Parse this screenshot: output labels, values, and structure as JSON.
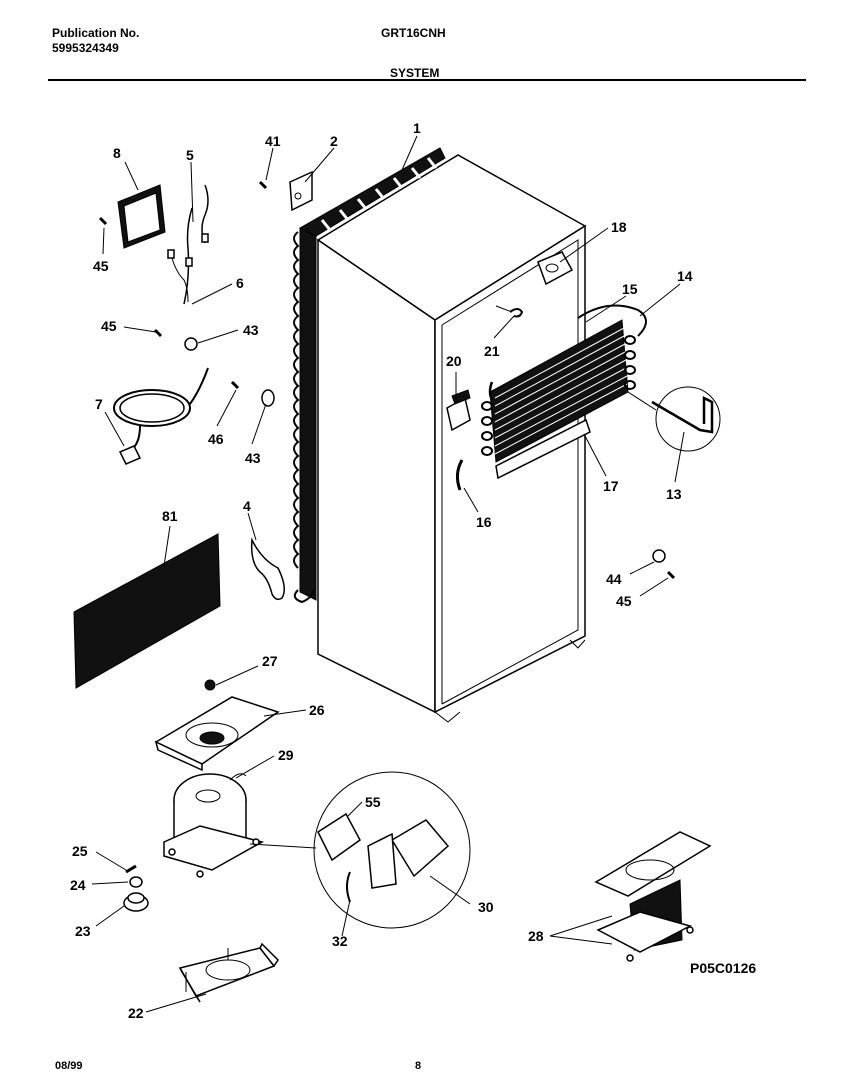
{
  "header": {
    "publication_label": "Publication No.",
    "publication_number": "5995324349",
    "model": "GRT16CNH",
    "section": "SYSTEM"
  },
  "footer": {
    "date": "08/99",
    "page": "8"
  },
  "diagram_code": "P05C0126",
  "callouts": [
    "1",
    "2",
    "41",
    "8",
    "5",
    "45",
    "6",
    "45",
    "43",
    "7",
    "46",
    "43",
    "18",
    "15",
    "14",
    "21",
    "20",
    "17",
    "13",
    "16",
    "81",
    "4",
    "44",
    "45",
    "27",
    "26",
    "29",
    "55",
    "25",
    "24",
    "23",
    "30",
    "32",
    "28",
    "22"
  ]
}
